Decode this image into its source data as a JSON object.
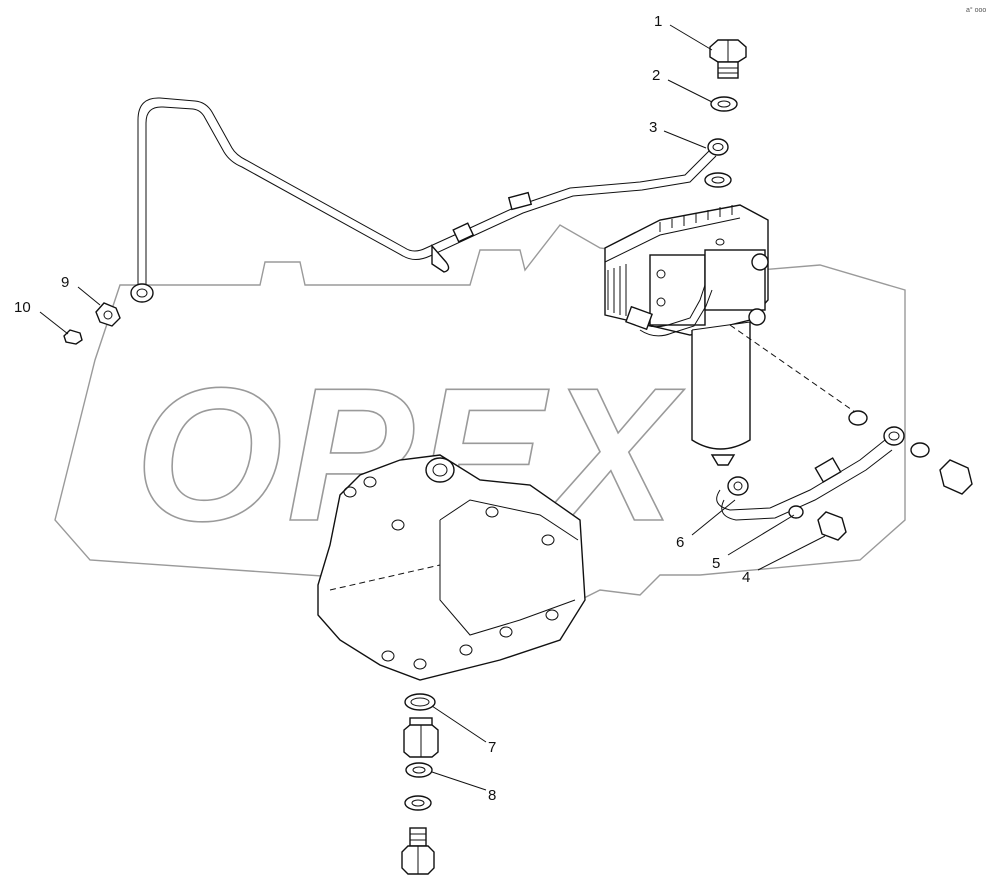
{
  "diagram": {
    "watermark": "OPEX",
    "corner_mark": "a° ooo",
    "callouts": [
      {
        "id": "c1",
        "label": "1"
      },
      {
        "id": "c2",
        "label": "2"
      },
      {
        "id": "c3",
        "label": "3"
      },
      {
        "id": "c4",
        "label": "4"
      },
      {
        "id": "c5",
        "label": "5"
      },
      {
        "id": "c6",
        "label": "6"
      },
      {
        "id": "c7",
        "label": "7"
      },
      {
        "id": "c8",
        "label": "8"
      },
      {
        "id": "c9",
        "label": "9"
      },
      {
        "id": "c10",
        "label": "10"
      }
    ],
    "colors": {
      "line": "#111111",
      "watermark": "#9a9a9a",
      "background": "#ffffff"
    }
  }
}
